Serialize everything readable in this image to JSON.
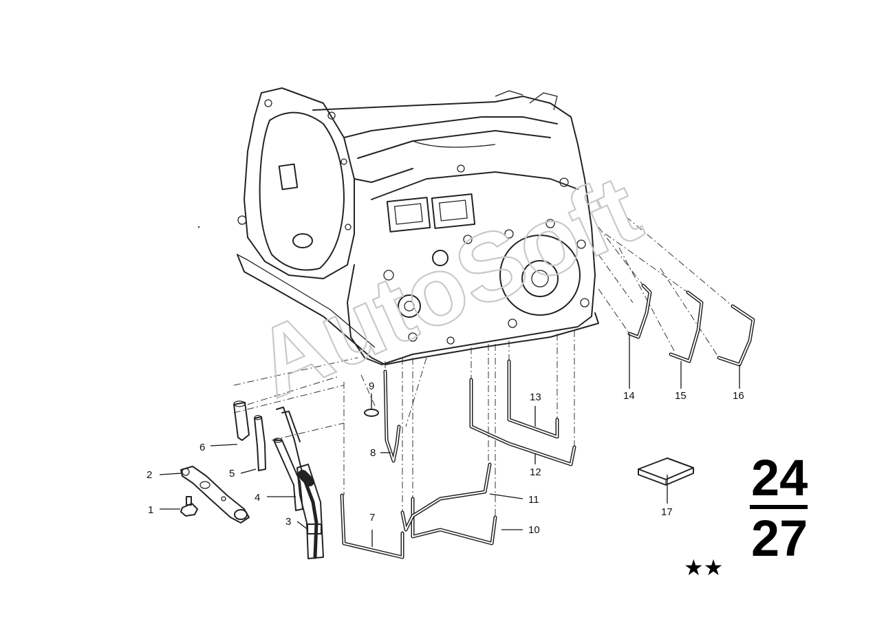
{
  "callouts": {
    "c1": "1",
    "c2": "2",
    "c3": "3",
    "c4": "4",
    "c5": "5",
    "c6": "6",
    "c7": "7",
    "c8": "8",
    "c9": "9",
    "c10": "10",
    "c11": "11",
    "c12": "12",
    "c13": "13",
    "c14": "14",
    "c15": "15",
    "c16": "16",
    "c17": "17"
  },
  "group": {
    "top": "24",
    "bottom": "27"
  },
  "stars": "★★",
  "watermark": "AutoSoft"
}
